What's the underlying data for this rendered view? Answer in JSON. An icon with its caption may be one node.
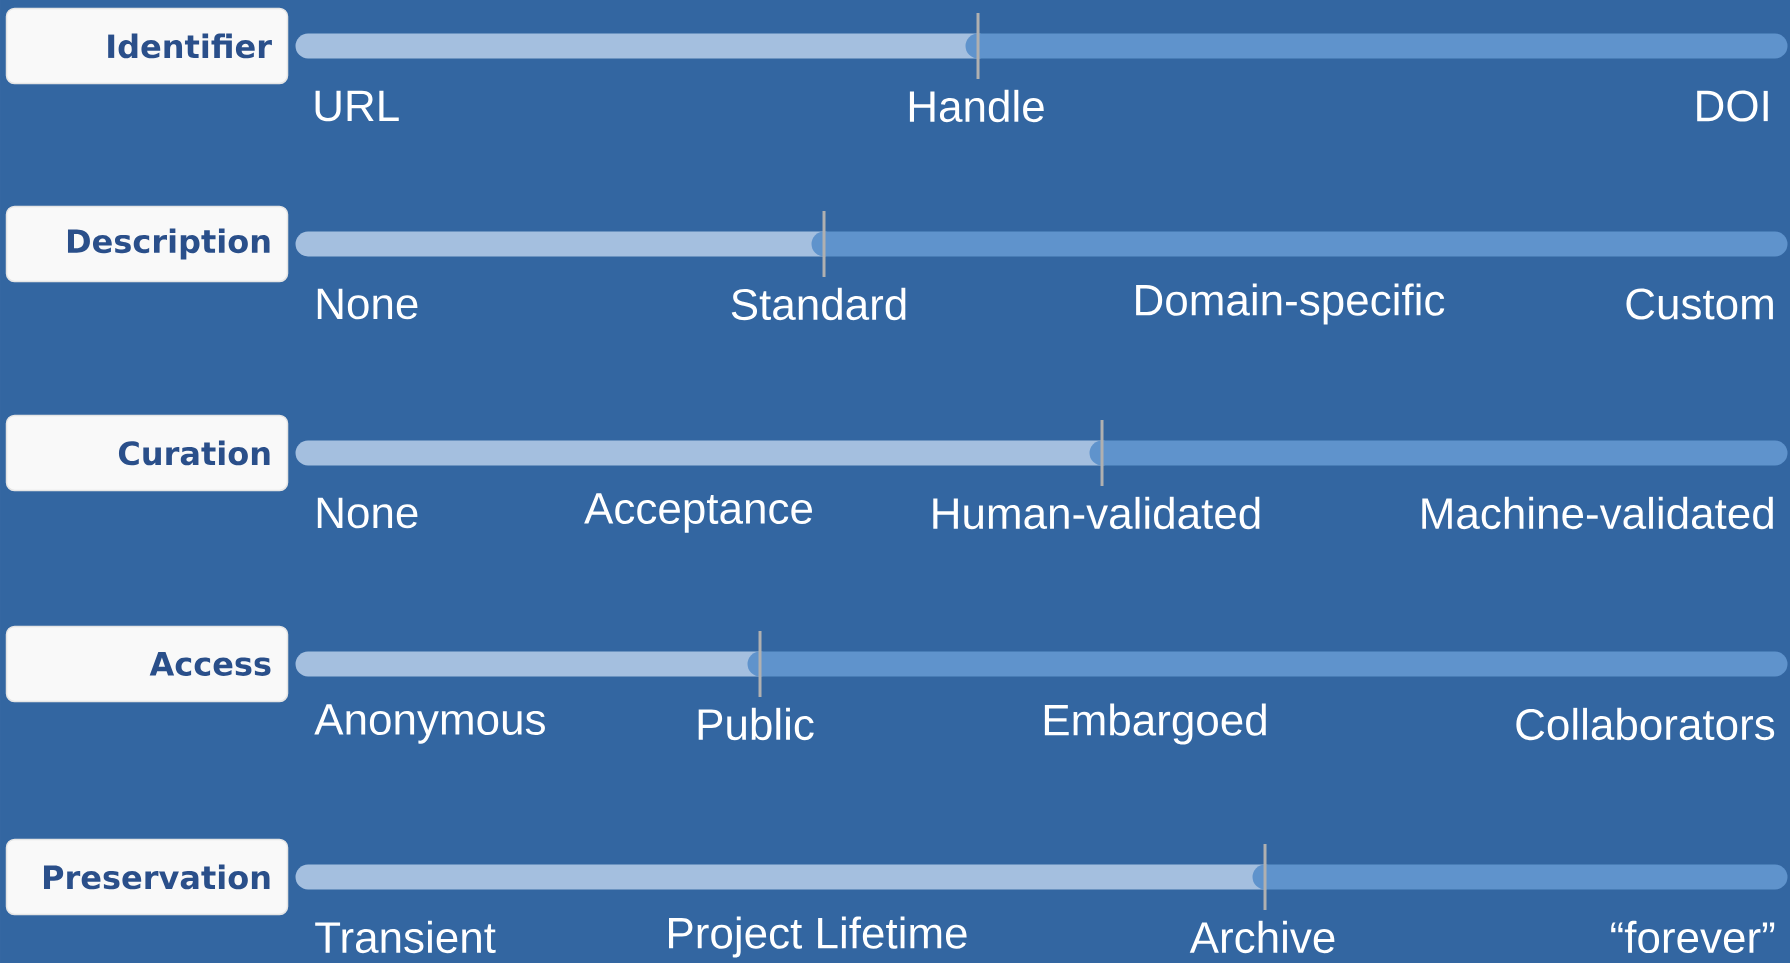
{
  "diagram": {
    "nodes": [
      {
        "text": [
          "Identifier"
        ]
      },
      {
        "text": [
          "Description"
        ]
      },
      {
        "text": [
          "Curation"
        ]
      },
      {
        "text": [
          "Access"
        ]
      },
      {
        "text": [
          "Preservation"
        ]
      }
    ],
    "labels": [
      "URL",
      "Handle",
      "DOI",
      "None",
      "Standard",
      "Domain-specific",
      "Custom",
      "None",
      "Acceptance",
      "Human-validated",
      "Machine-validated",
      "Anonymous",
      "Public",
      "Embargoed",
      "Collaborators",
      "Transient",
      "Project Lifetime",
      "Archive",
      "“forever”"
    ]
  }
}
